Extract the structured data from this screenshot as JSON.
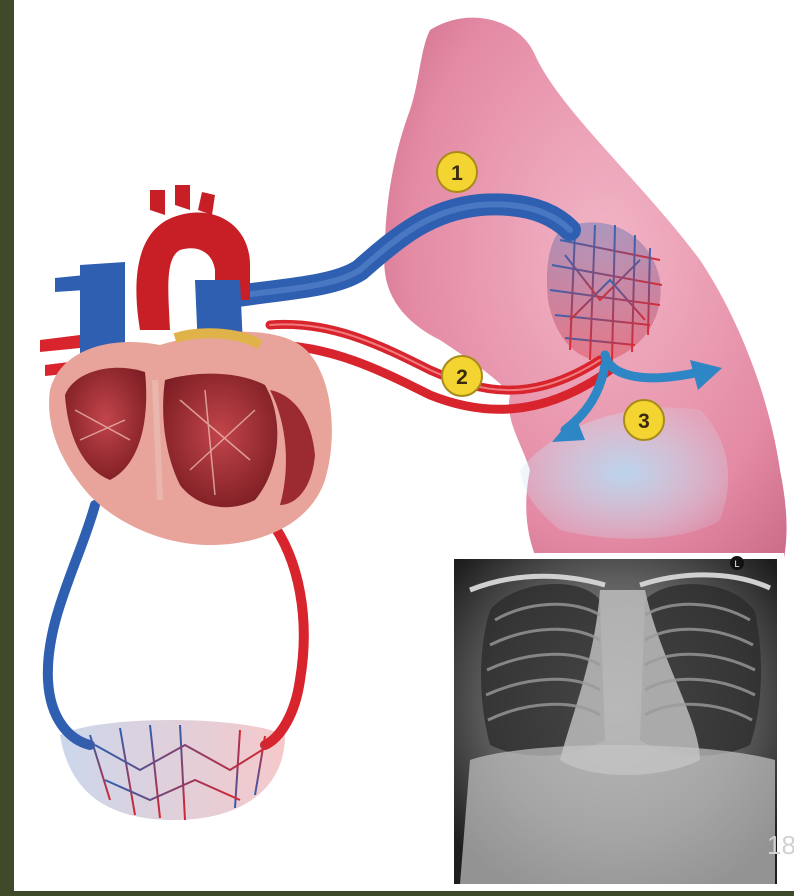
{
  "labels": {
    "one": "1",
    "two": "2",
    "three": "3"
  },
  "page_number": "18",
  "xray_marker": "L",
  "colors": {
    "oxygenated": "#d8242c",
    "deoxygenated": "#2f5fb0",
    "lung": "#e89ab0",
    "badge": "#f3d431",
    "fluid_arrow": "#2f86c5",
    "background": "#ffffff",
    "frame": "#3f4a2a"
  }
}
